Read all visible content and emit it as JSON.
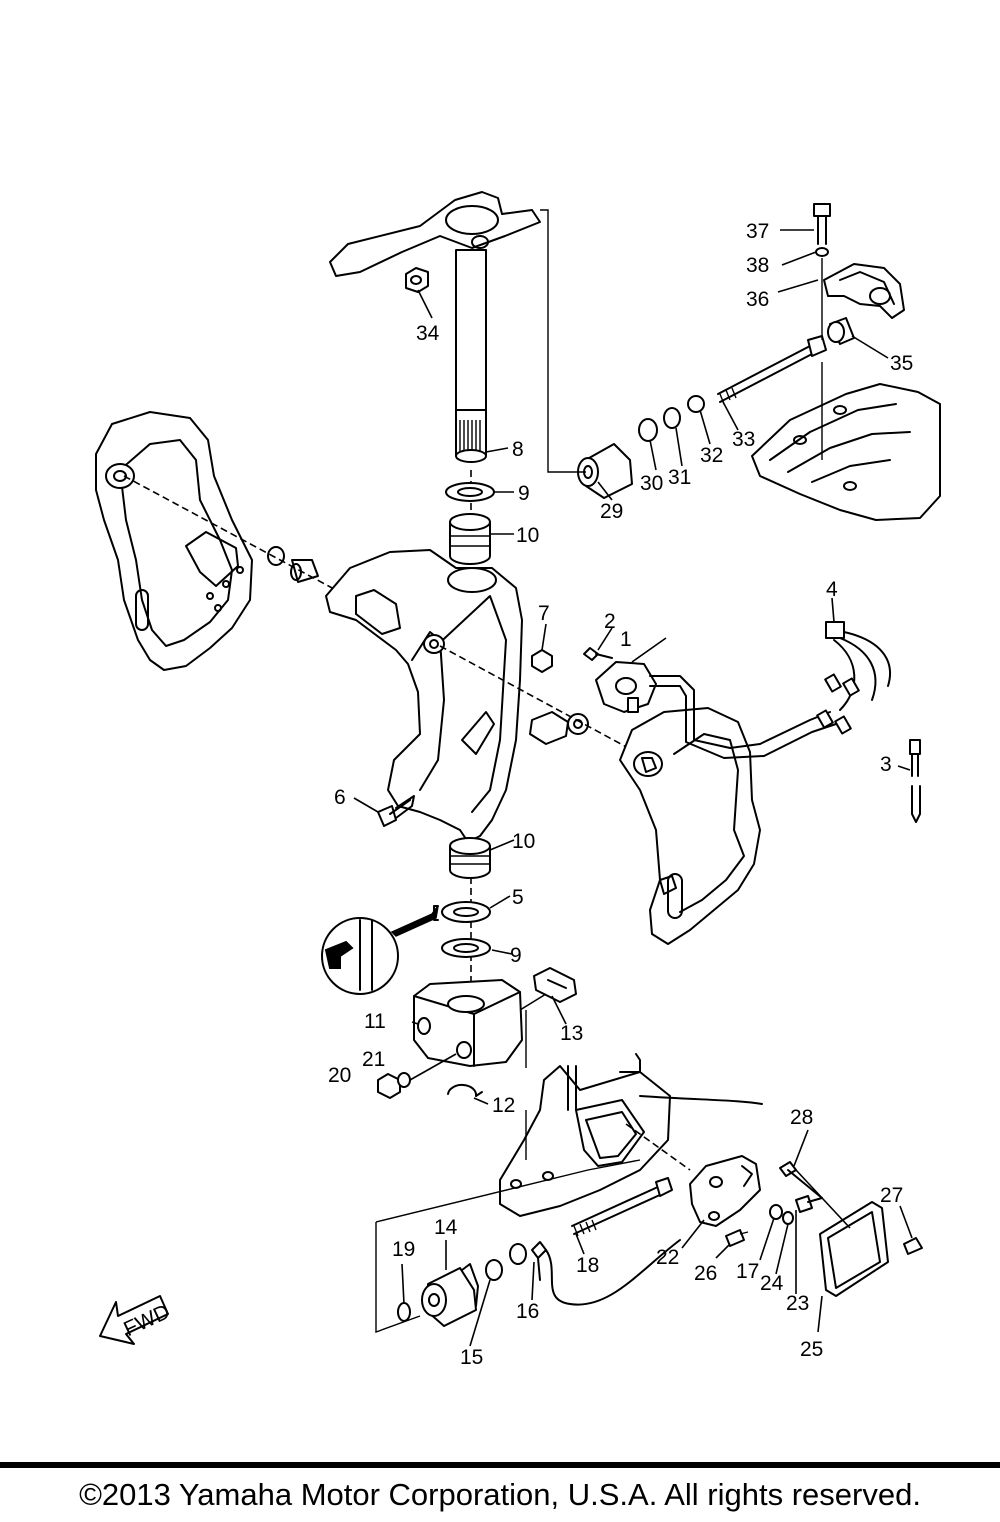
{
  "labels": [
    "1",
    "2",
    "3",
    "4",
    "5",
    "6",
    "7",
    "8",
    "9",
    "9",
    "10",
    "10",
    "11",
    "12",
    "13",
    "14",
    "15",
    "16",
    "17",
    "18",
    "19",
    "20",
    "21",
    "22",
    "23",
    "24",
    "25",
    "26",
    "27",
    "28",
    "29",
    "30",
    "31",
    "32",
    "33",
    "34",
    "35",
    "36",
    "37",
    "38"
  ],
  "direction_marker": "FWD",
  "footer": "©2013 Yamaha Motor Corporation, U.S.A. All rights reserved."
}
